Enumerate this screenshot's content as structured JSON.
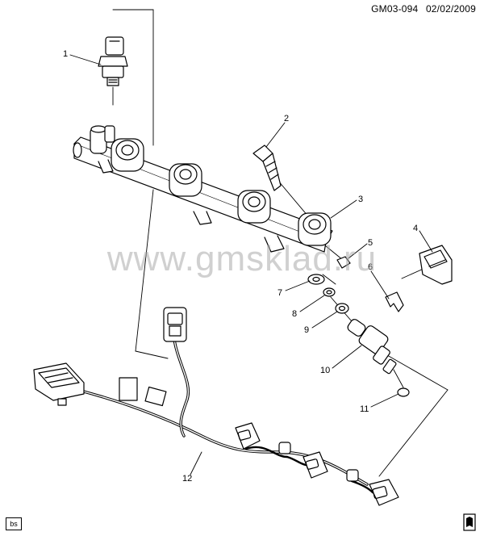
{
  "header": {
    "code": "GM03-094",
    "date": "02/02/2009"
  },
  "watermark": "www.gmsklad.ru",
  "badge": "bs",
  "callouts": [
    {
      "id": "1",
      "label": "1"
    },
    {
      "id": "2",
      "label": "2"
    },
    {
      "id": "3",
      "label": "3"
    },
    {
      "id": "4",
      "label": "4"
    },
    {
      "id": "5",
      "label": "5"
    },
    {
      "id": "6",
      "label": "6"
    },
    {
      "id": "7",
      "label": "7"
    },
    {
      "id": "8",
      "label": "8"
    },
    {
      "id": "9",
      "label": "9"
    },
    {
      "id": "10",
      "label": "10"
    },
    {
      "id": "11",
      "label": "11"
    },
    {
      "id": "12",
      "label": "12"
    }
  ],
  "icons": {
    "corner": "book-icon"
  }
}
